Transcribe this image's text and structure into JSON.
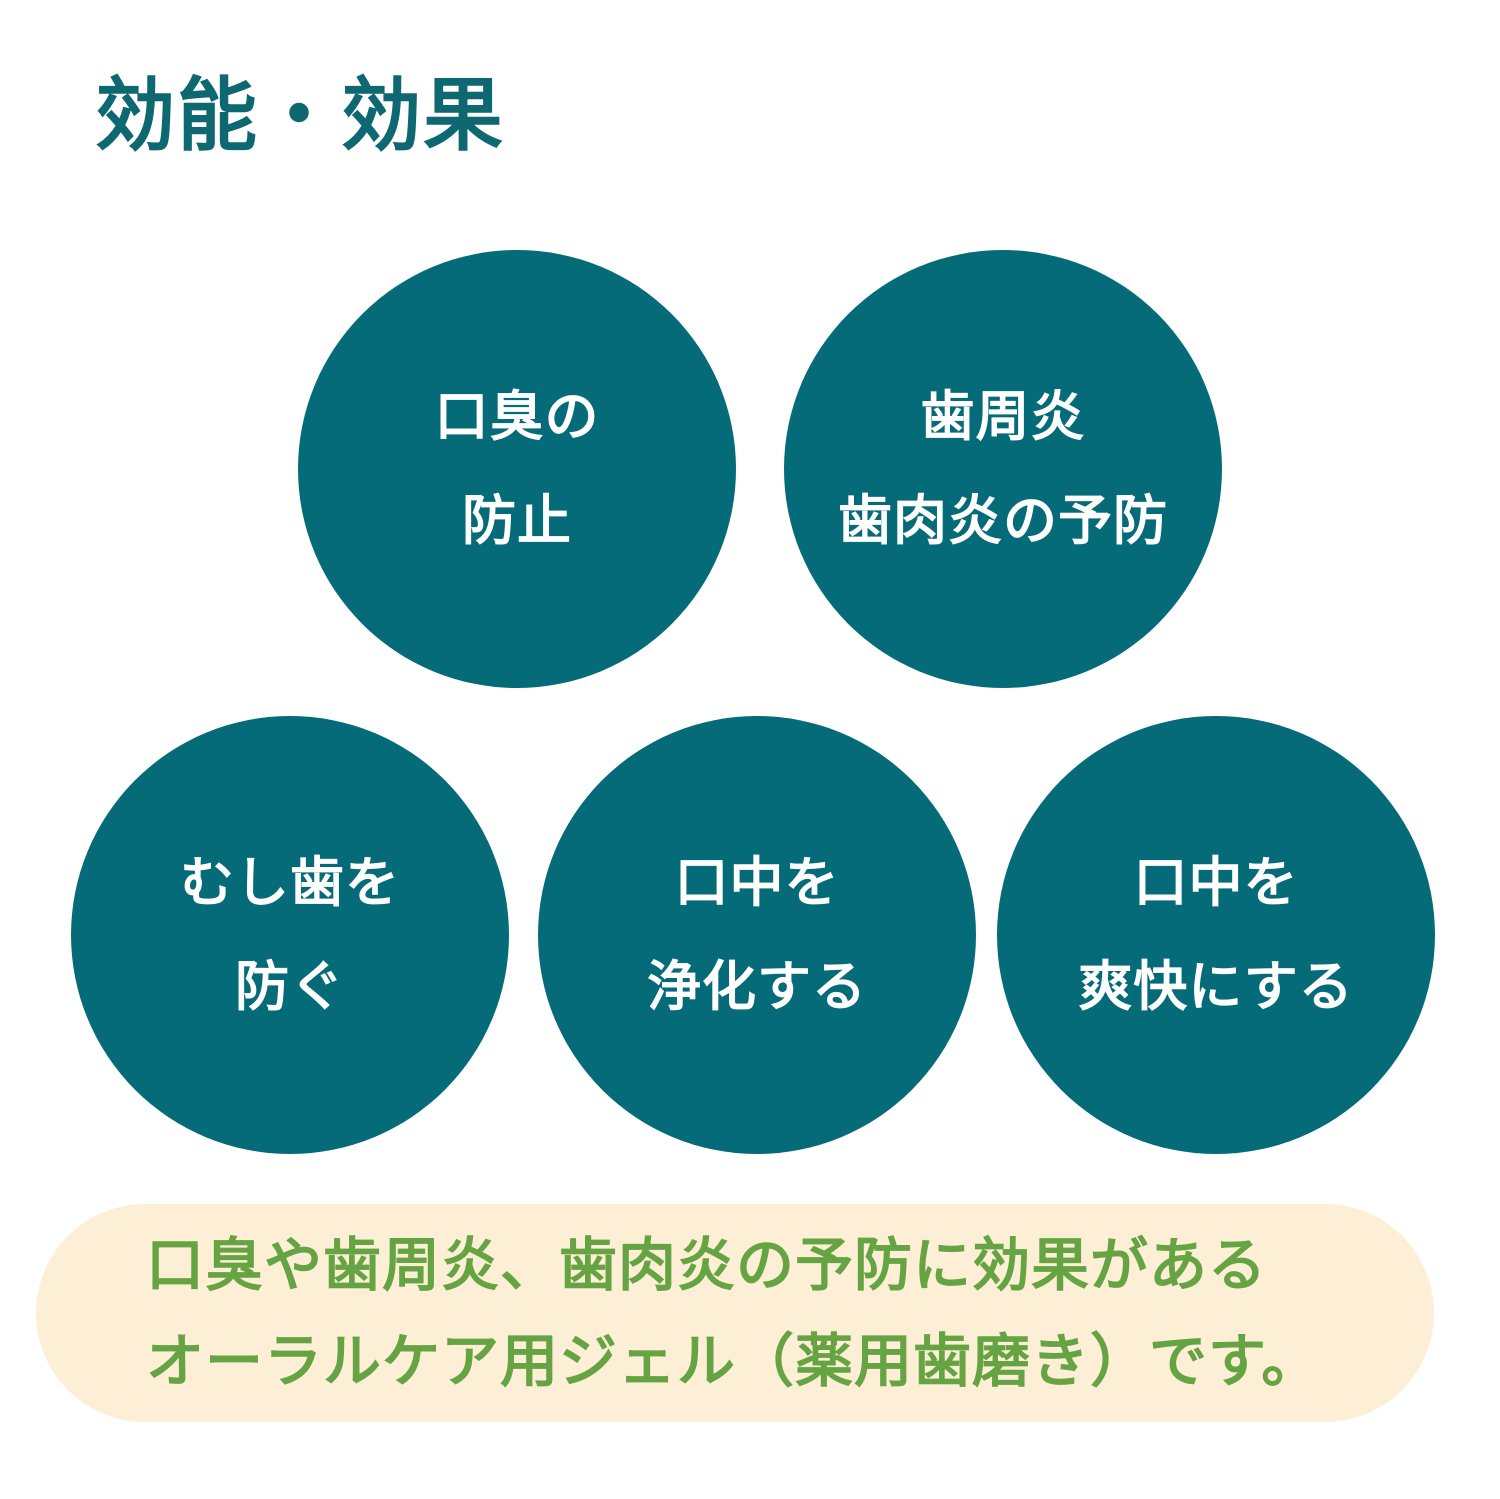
{
  "title": "効能・効果",
  "circles": [
    {
      "line1": "口臭の",
      "line2": "防止"
    },
    {
      "line1": "歯周炎",
      "line2": "歯肉炎の予防"
    },
    {
      "line1": "むし歯を",
      "line2": "防ぐ"
    },
    {
      "line1": "口中を",
      "line2": "浄化する"
    },
    {
      "line1": "口中を",
      "line2": "爽快にする"
    }
  ],
  "summary": {
    "line1": "口臭や歯周炎、歯肉炎の予防に効果がある",
    "line2": "オーラルケア用ジェル（薬用歯磨き）です。"
  },
  "colors": {
    "title": "#0e6872",
    "circle_bg": "#066b78",
    "circle_text": "#ffffff",
    "summary_bg": "#fcefd6",
    "summary_text": "#66a343"
  }
}
